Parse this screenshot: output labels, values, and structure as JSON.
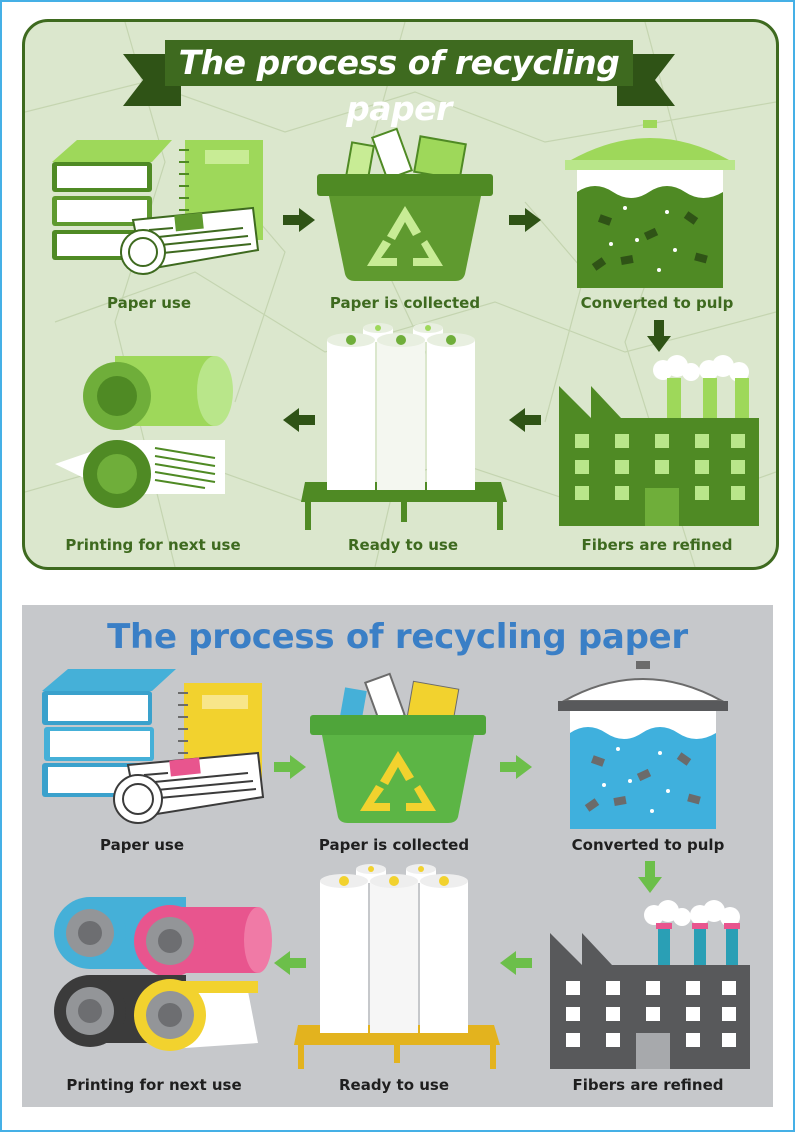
{
  "panels": [
    {
      "title": "The process of recycling paper",
      "steps": [
        "Paper use",
        "Paper is collected",
        "Converted to pulp",
        "Fibers are refined",
        "Ready to use",
        "Printing for next use"
      ]
    },
    {
      "title": "The process of recycling paper",
      "steps": [
        "Paper use",
        "Paper is collected",
        "Converted to pulp",
        "Fibers are refined",
        "Ready to use",
        "Printing for next use"
      ]
    }
  ],
  "colors": {
    "frame_border": "#45b0e6",
    "green_dark": "#3e6a1f",
    "green_mid": "#5f9a2f",
    "green_light": "#9ed85a",
    "green_bg": "#dbe7cd",
    "grey_bg": "#c6c8cb",
    "title_blue": "#3a7fc6",
    "book_blue": "#45b0d8",
    "magenta": "#e8558e",
    "yellow": "#f2d22e",
    "pulp_blue": "#3fb0dd",
    "factory_grey": "#58595b",
    "chimney_teal": "#2a9fb5",
    "arrow_green": "#6cbf4a"
  },
  "icons": [
    "books-icon",
    "notebook-icon",
    "newspaper-icon",
    "recycling-bin-icon",
    "recycle-symbol-icon",
    "pulp-tank-icon",
    "factory-icon",
    "paper-rolls-icon",
    "printing-rollers-icon",
    "arrow-right-icon",
    "arrow-left-icon",
    "arrow-down-icon"
  ]
}
